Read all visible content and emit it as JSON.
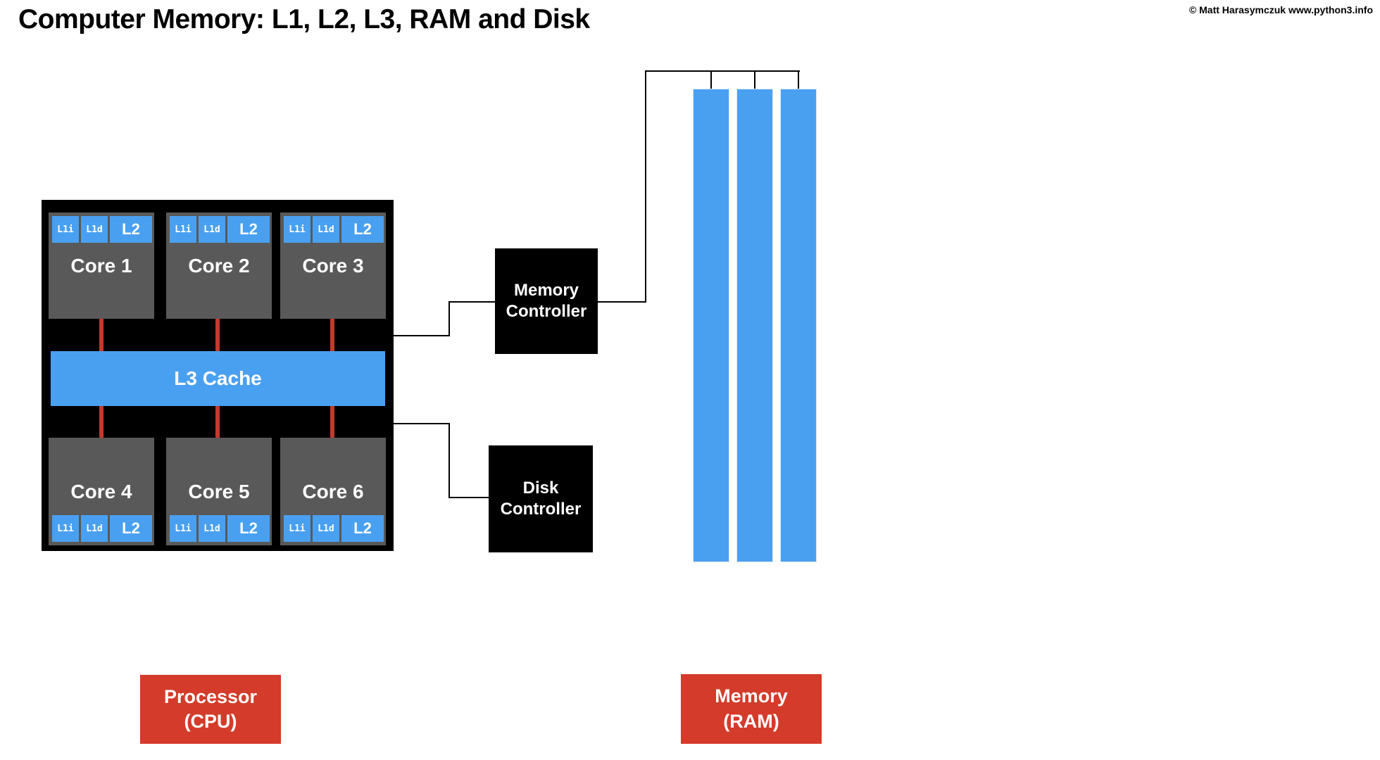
{
  "header": {
    "title": "Computer Memory: L1, L2, L3, RAM and Disk",
    "copyright": "© Matt Harasymczuk www.python3.info"
  },
  "cpu": {
    "l3_cache_label": "L3 Cache",
    "cores": [
      {
        "name": "Core 1",
        "l1i": "L1i",
        "l1d": "L1d",
        "l2": "L2"
      },
      {
        "name": "Core 2",
        "l1i": "L1i",
        "l1d": "L1d",
        "l2": "L2"
      },
      {
        "name": "Core 3",
        "l1i": "L1i",
        "l1d": "L1d",
        "l2": "L2"
      },
      {
        "name": "Core 4",
        "l1i": "L1i",
        "l1d": "L1d",
        "l2": "L2"
      },
      {
        "name": "Core 5",
        "l1i": "L1i",
        "l1d": "L1d",
        "l2": "L2"
      },
      {
        "name": "Core 6",
        "l1i": "L1i",
        "l1d": "L1d",
        "l2": "L2"
      }
    ]
  },
  "memory_controller": {
    "line1": "Memory",
    "line2": "Controller"
  },
  "disk_controller": {
    "line1": "Disk",
    "line2": "Controller"
  },
  "ram": {
    "stick_count": 3
  },
  "footer_labels": {
    "processor": {
      "line1": "Processor",
      "line2": "(CPU)"
    },
    "memory": {
      "line1": "Memory",
      "line2": "(RAM)"
    }
  },
  "colors": {
    "cache_blue": "#4aa0f0",
    "core_gray": "#595959",
    "chip_black": "#000000",
    "bus_red": "#c23a2c",
    "label_red": "#d43b2a"
  }
}
